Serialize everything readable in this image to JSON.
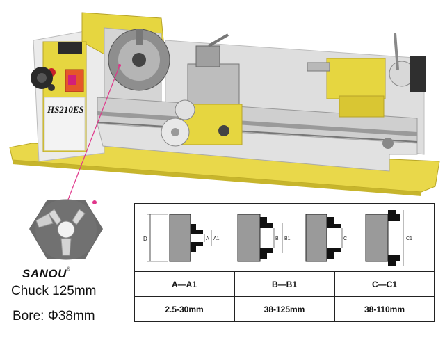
{
  "machine": {
    "model_label": "HS210ES"
  },
  "brand": {
    "name": "SANOU",
    "mark": "®"
  },
  "specs": {
    "chuck": "Chuck 125mm",
    "bore": "Bore: Φ38mm"
  },
  "diagram_labels": {
    "d": "D",
    "a": "A",
    "a1": "A1",
    "b": "B",
    "b1": "B1",
    "c": "C",
    "c1": "C1"
  },
  "table": {
    "headers": [
      "A—A1",
      "B—B1",
      "C—C1"
    ],
    "values": [
      "2.5-30mm",
      "38-125mm",
      "38-110mm"
    ]
  }
}
